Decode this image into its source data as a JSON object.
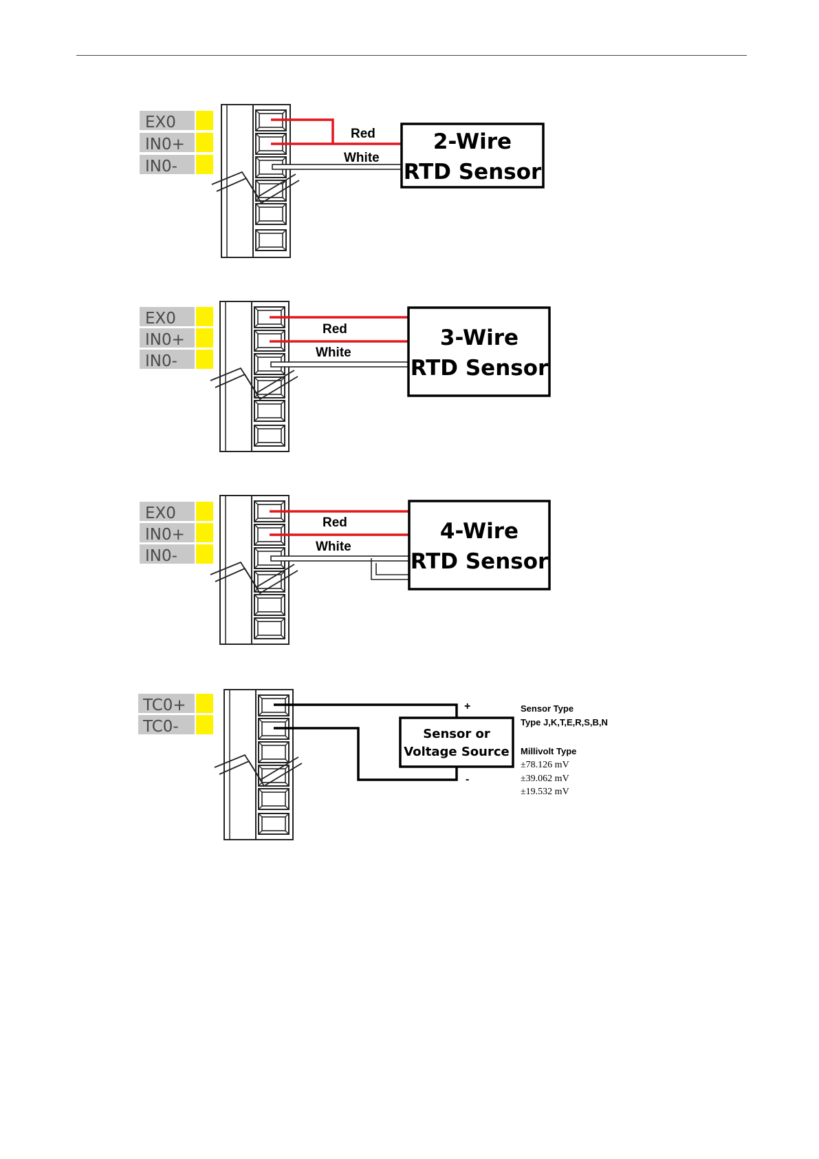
{
  "colors": {
    "wire_red": "#e3161c",
    "wire_black": "#000000",
    "label_bg": "#c8c8c8",
    "label_accent": "#fff200",
    "label_text": "#4a4a4a"
  },
  "diagrams": [
    {
      "pins": [
        "EX0",
        "IN0+",
        "IN0-"
      ],
      "wire_red_label": "Red",
      "wire_white_label": "White",
      "sensor_line1": "2-Wire",
      "sensor_line2": "RTD Sensor"
    },
    {
      "pins": [
        "EX0",
        "IN0+",
        "IN0-"
      ],
      "wire_red_label": "Red",
      "wire_white_label": "White",
      "sensor_line1": "3-Wire",
      "sensor_line2": "RTD Sensor"
    },
    {
      "pins": [
        "EX0",
        "IN0+",
        "IN0-"
      ],
      "wire_red_label": "Red",
      "wire_white_label": "White",
      "sensor_line1": "4-Wire",
      "sensor_line2": "RTD Sensor"
    },
    {
      "pins": [
        "TC0+",
        "TC0-"
      ],
      "plus_sign": "+",
      "minus_sign": "-",
      "sensor_line1": "Sensor or",
      "sensor_line2": "Voltage Source",
      "info_sensor_type_heading": "Sensor Type",
      "info_sensor_type_value": "Type J,K,T,E,R,S,B,N",
      "info_millivolt_heading": "Millivolt  Type",
      "info_ranges": [
        "±78.126 mV",
        "±39.062 mV",
        "±19.532 mV"
      ]
    }
  ]
}
